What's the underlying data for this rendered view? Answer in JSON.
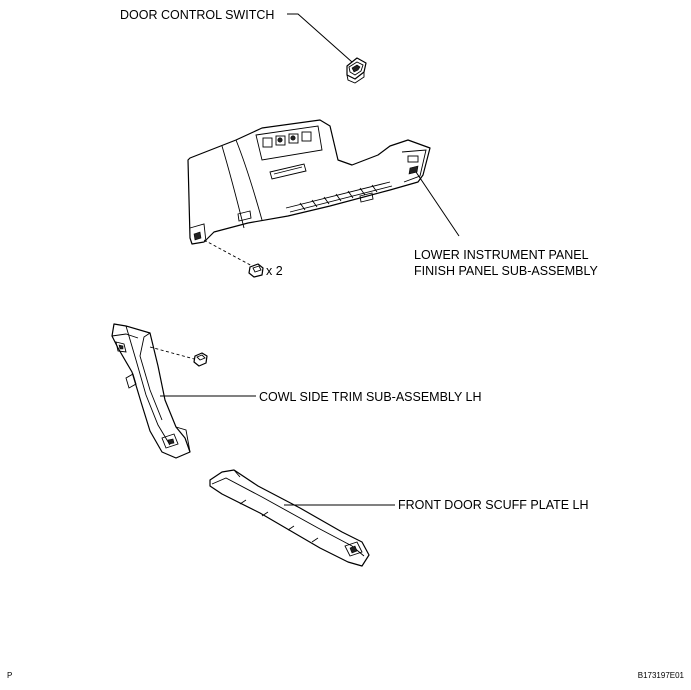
{
  "labels": {
    "door_control_switch": "DOOR CONTROL SWITCH",
    "lower_panel_line1": "LOWER INSTRUMENT PANEL",
    "lower_panel_line2": "FINISH PANEL SUB-ASSEMBLY",
    "screw_count": "x 2",
    "cowl_side_trim": "COWL SIDE TRIM SUB-ASSEMBLY LH",
    "front_door_scuff": "FRONT DOOR SCUFF PLATE LH"
  },
  "corner": {
    "left": "P",
    "right": "B173197E01"
  },
  "colors": {
    "line": "#000000",
    "background": "#ffffff"
  }
}
